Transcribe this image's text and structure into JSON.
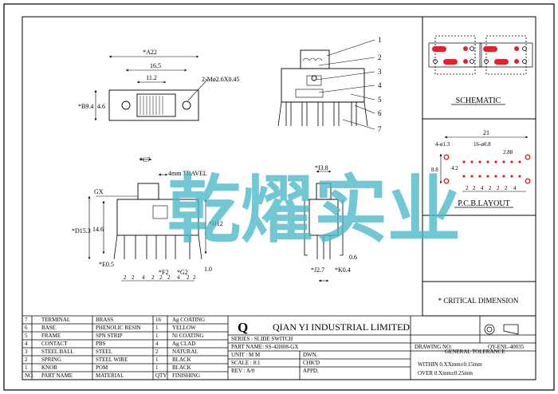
{
  "top_view": {
    "dim_overall": "*A22",
    "dim_holes": "16.5",
    "dim_slot": "11.2",
    "dim_height": "*B9.4",
    "dim_inner": "4.6",
    "screw_note": "2-Mø2.6X0.45"
  },
  "side_view": {
    "callouts": [
      "1",
      "2",
      "3",
      "4",
      "5",
      "6",
      "7"
    ]
  },
  "front_view": {
    "dim_knob": "*C7",
    "travel": "4mm TRAVEL",
    "dim_gx": "GX",
    "dim_d": "*D15.3",
    "dim_body": "14.6",
    "dim_h": "*H12",
    "dim_e": "*E0.5",
    "dim_pin": "1.0",
    "pitch_labels": [
      "2",
      "2",
      "4",
      "2",
      "2",
      "2",
      "4",
      "2",
      "2"
    ],
    "dim_f": "*F2",
    "dim_g": "*G2"
  },
  "end_view": {
    "dim_i": "*I3.8",
    "dim_thick": "0.6",
    "dim_j": "*J2.7",
    "dim_k": "*K0.4"
  },
  "schematic": {
    "label": "SCHEMATIC"
  },
  "pcb": {
    "label": "P.C.B.LAYOUT",
    "dim_width": "21",
    "dim_hole": "4-ø1.3",
    "dim_small_hole": "16-ø0.8",
    "dim_offset": "2.88",
    "dim_height": "8.8",
    "dim_row": "4.2",
    "pitch_labels": [
      "2",
      "2",
      "4",
      "2",
      "2",
      "2",
      "4"
    ]
  },
  "critical_note": "* CRITICAL DIMENSION",
  "watermark": "乾燿实业",
  "title_block": {
    "company": "QIAN YI INDUSTRIAL LIMITED",
    "series": "SERIES : SLIDE SWITCH",
    "part_name": "PART NAME: SS-42H08-GX",
    "unit": "UNIT : M M",
    "scale": "SCALE : 8:1",
    "rev": "REV : A/0",
    "dwn": "DWN.",
    "chkd": "CHK'D",
    "appd": "APPD.",
    "drawing_no_label": "DRAWING NO:",
    "drawing_no": "QY-ENL-40035",
    "general_tolerance": "GENERAL TOLERANCE",
    "tol_within": "WITHIN 0.XXmm±0.15mm",
    "tol_over": "OVER   0.Xmm±0.25mm"
  },
  "bom": {
    "header": {
      "no": "NO.",
      "part": "PART NAME",
      "material": "MATERIAL",
      "qty": "QTY",
      "finishing": "FINISHING"
    },
    "rows": [
      {
        "no": "7",
        "part": "TERMINAL",
        "material": "BRASS",
        "qty": "16",
        "finishing": "Ag COATING"
      },
      {
        "no": "6",
        "part": "BASE",
        "material": "PHENOLIC RESIN",
        "qty": "1",
        "finishing": "YELLOW"
      },
      {
        "no": "5",
        "part": "FRAME",
        "material": "SPN STRIP",
        "qty": "1",
        "finishing": "Ni COATING"
      },
      {
        "no": "4",
        "part": "CONTACT",
        "material": "PBS",
        "qty": "4",
        "finishing": "Ag CLAD"
      },
      {
        "no": "3",
        "part": "STEEL BALL",
        "material": "STEEL",
        "qty": "2",
        "finishing": "NATURAL"
      },
      {
        "no": "2",
        "part": "SPRING",
        "material": "STEEL WIRE",
        "qty": "1",
        "finishing": "BLACK"
      },
      {
        "no": "1",
        "part": "KNOB",
        "material": "POM",
        "qty": "1",
        "finishing": "BLACK"
      }
    ]
  },
  "colors": {
    "pad_red": "#e8202a",
    "watermark": "#4ab9c9",
    "logo_red": "#d42027"
  }
}
